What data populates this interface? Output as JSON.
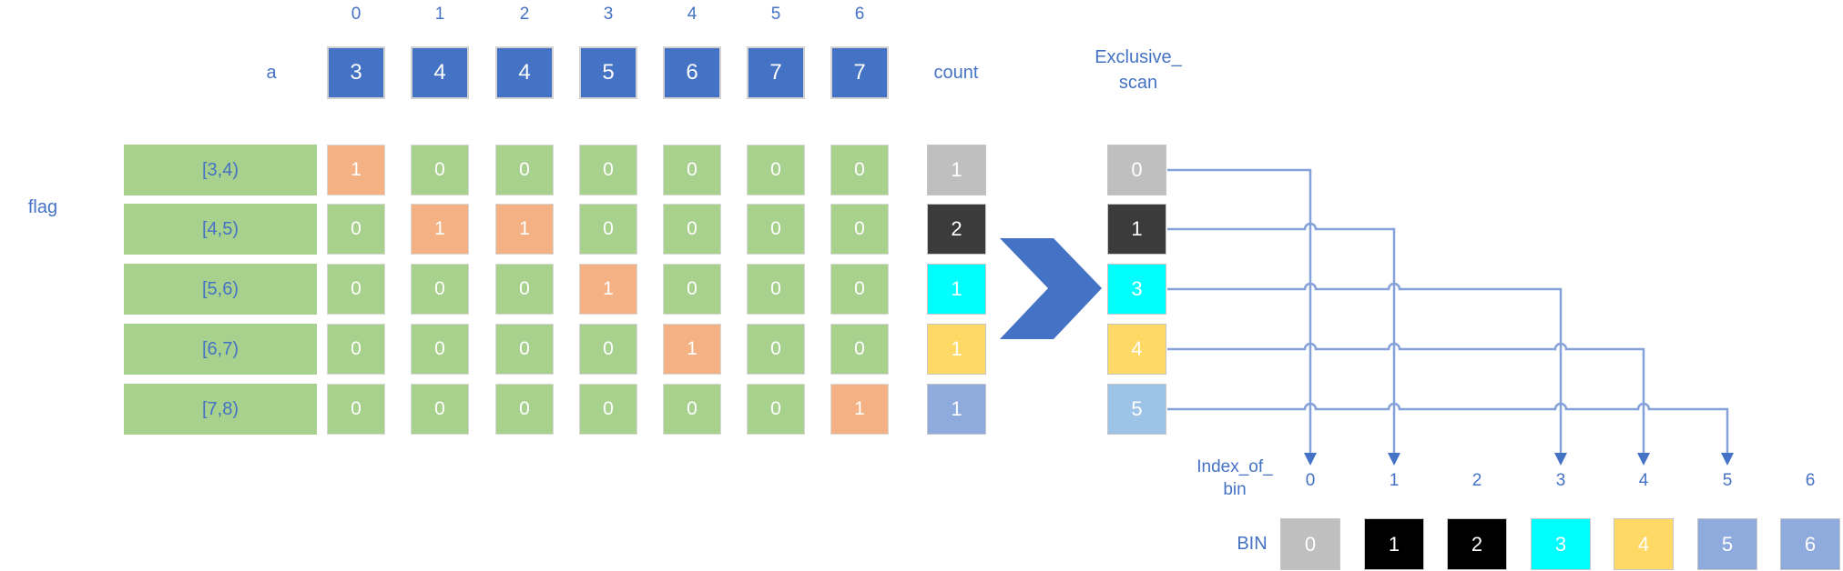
{
  "palette": {
    "blue": "#4472C4",
    "text_blue": "#4472C4",
    "green": "#A9D18E",
    "orange": "#F4B183",
    "gray": "#BFBFBF",
    "dark": "#3B3B3B",
    "black": "#000000",
    "cyan": "#00FFFF",
    "yellow": "#FFD966",
    "periwinkle": "#8FAADC",
    "light_blue": "#9DC3E6",
    "connector_line": "#84A1DA",
    "arrowhead": "#4472C4"
  },
  "top_axis": {
    "labels": [
      "0",
      "1",
      "2",
      "3",
      "4",
      "5",
      "6"
    ]
  },
  "a_row": {
    "label": "a",
    "values": [
      "3",
      "4",
      "4",
      "5",
      "6",
      "7",
      "7"
    ]
  },
  "headers": {
    "count": "count",
    "exclusive_scan": [
      "Exclusive_",
      "scan"
    ],
    "flag": "flag",
    "index_of_bin": [
      "Index_of_",
      "bin"
    ],
    "bin": "BIN"
  },
  "flag_rows": [
    {
      "label": "[3,4)",
      "cells": [
        1,
        0,
        0,
        0,
        0,
        0,
        0
      ],
      "count": "1",
      "count_color": "gray",
      "scan": "0",
      "scan_color": "gray"
    },
    {
      "label": "[4,5)",
      "cells": [
        0,
        1,
        1,
        0,
        0,
        0,
        0
      ],
      "count": "2",
      "count_color": "dark",
      "scan": "1",
      "scan_color": "dark"
    },
    {
      "label": "[5,6)",
      "cells": [
        0,
        0,
        0,
        1,
        0,
        0,
        0
      ],
      "count": "1",
      "count_color": "cyan",
      "scan": "3",
      "scan_color": "cyan"
    },
    {
      "label": "[6,7)",
      "cells": [
        0,
        0,
        0,
        0,
        1,
        0,
        0
      ],
      "count": "1",
      "count_color": "yellow",
      "scan": "4",
      "scan_color": "yellow"
    },
    {
      "label": "[7,8)",
      "cells": [
        0,
        0,
        0,
        0,
        0,
        0,
        1
      ],
      "count": "1",
      "count_color": "periwinkle",
      "scan": "5",
      "scan_color": "light_blue"
    }
  ],
  "connections": [
    {
      "from_scan_row": 0,
      "to_bin_index": 0
    },
    {
      "from_scan_row": 1,
      "to_bin_index": 1
    },
    {
      "from_scan_row": 2,
      "to_bin_index": 3
    },
    {
      "from_scan_row": 3,
      "to_bin_index": 4
    },
    {
      "from_scan_row": 4,
      "to_bin_index": 5
    }
  ],
  "bottom_axis": {
    "labels": [
      "0",
      "1",
      "2",
      "3",
      "4",
      "5",
      "6"
    ]
  },
  "bins": [
    {
      "value": "0",
      "color": "gray"
    },
    {
      "value": "1",
      "color": "black"
    },
    {
      "value": "2",
      "color": "black"
    },
    {
      "value": "3",
      "color": "cyan"
    },
    {
      "value": "4",
      "color": "yellow"
    },
    {
      "value": "5",
      "color": "periwinkle"
    },
    {
      "value": "6",
      "color": "periwinkle"
    }
  ]
}
